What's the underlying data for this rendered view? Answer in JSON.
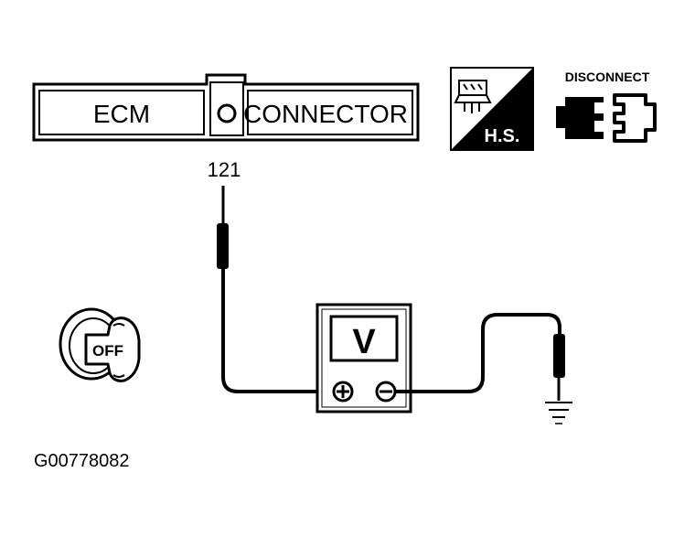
{
  "connector_box": {
    "left_label": "ECM",
    "right_label": "CONNECTOR"
  },
  "harness_icon": {
    "label": "H.S.",
    "icon": "harness-connector-icon"
  },
  "disconnect_icon": {
    "label": "DISCONNECT",
    "icon": "disconnected-connector-icon"
  },
  "terminal": {
    "number": "121"
  },
  "ignition": {
    "label": "OFF",
    "icon": "ignition-key-icon"
  },
  "meter": {
    "display": "V",
    "positive_icon": "plus-terminal-icon",
    "negative_icon": "minus-terminal-icon"
  },
  "figure_id": "G00778082",
  "colors": {
    "ink": "#000000",
    "paper": "#ffffff"
  }
}
